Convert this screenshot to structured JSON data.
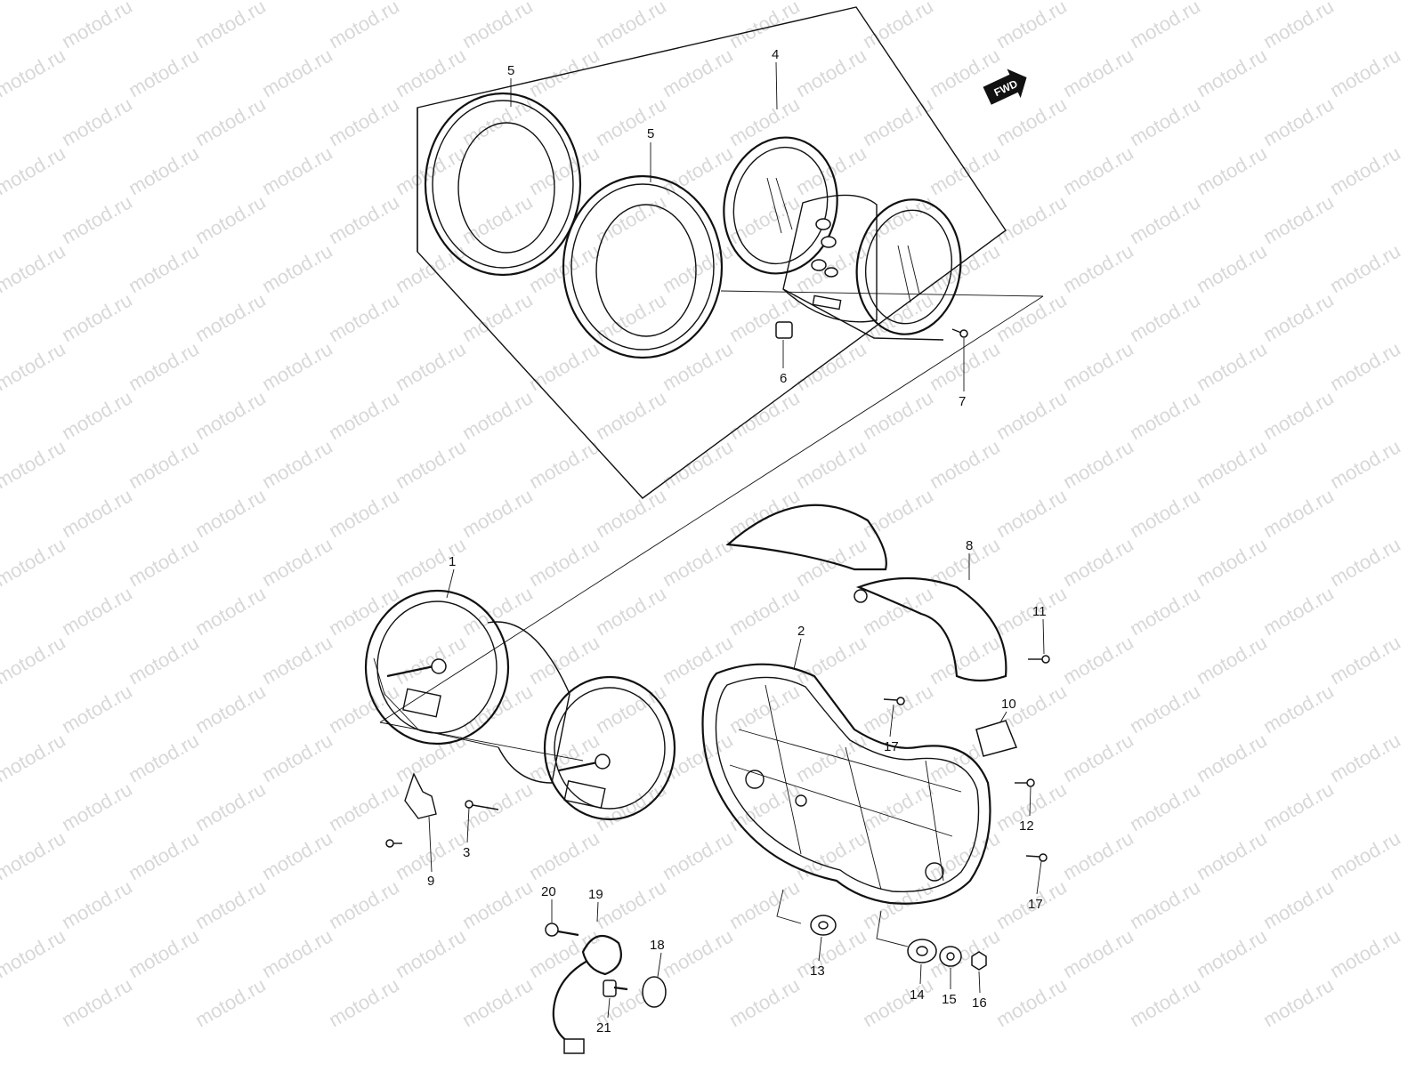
{
  "watermark": "motod.ru",
  "direction_badge": "FWD",
  "callouts": [
    "1",
    "2",
    "3",
    "4",
    "5",
    "5",
    "6",
    "7",
    "8",
    "9",
    "10",
    "11",
    "12",
    "13",
    "14",
    "15",
    "16",
    "17",
    "17",
    "18",
    "19",
    "20",
    "21"
  ],
  "colors": {
    "line": "#111111",
    "watermark": "#d8d8d8",
    "background": "#ffffff"
  }
}
